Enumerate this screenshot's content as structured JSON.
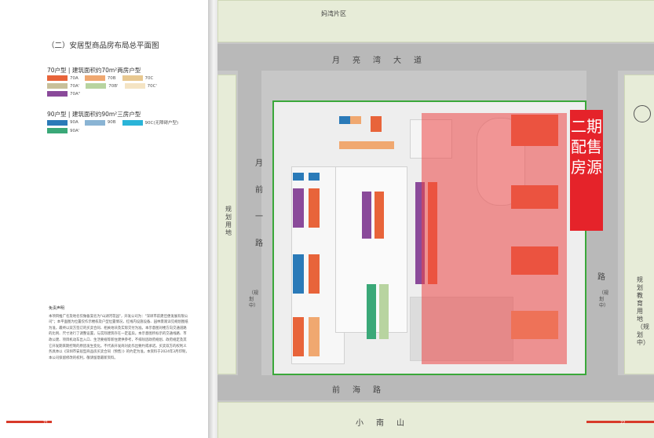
{
  "left_page": {
    "title": "（二）安居型商品房布局总平面图",
    "group70": {
      "header": "70户型 | 建筑面积约70m²两房户型",
      "items": [
        {
          "label": "70A",
          "color": "#e8643a"
        },
        {
          "label": "70B",
          "color": "#f0a870"
        },
        {
          "label": "70C",
          "color": "#e8c890"
        },
        {
          "label": "70A'",
          "color": "#c8c09a"
        },
        {
          "label": "70B'",
          "color": "#b8d4a0"
        },
        {
          "label": "70C'",
          "color": "#f4e4c4"
        },
        {
          "label": "70A\"",
          "color": "#8a4a9a"
        }
      ]
    },
    "group90": {
      "header": "90户型 | 建筑面积约90m²三房户型",
      "items": [
        {
          "label": "90A",
          "color": "#2a7ab8"
        },
        {
          "label": "90B",
          "color": "#8ab4d4"
        },
        {
          "label": "90C(无障碍户型)",
          "color": "#2ab4d8"
        },
        {
          "label": "90A'",
          "color": "#3aa878"
        }
      ]
    },
    "disclaimer": {
      "title": "免责声明",
      "body": "本项目推广名及地名仅做备案名为\"山湖河花园\"，开发公司为：\"深圳市前建佳便发展有限公司\"；本平面图为位置仅作示楼栋及户型位置情况，红线内设施设备、园林景观详见规划图纸为准，最终以双方签订的买卖合同、相关地块及实际交付为准。本示意图对楼方向交通道路的比例、尺寸进行了调整设置，与实际建筑存在一定差异。本示意图所标示的交通线路、市政公建、项目机动车出入口、生活要规等新住建供参考，不排除因政府规划、政府规定及其它开发期来期控制的原因发生变化。不代表开发商对此作出要约或承诺。买卖双方的权利义务具体以《深圳市安居型商品房买卖合同（预售）》的约定为准。本资料于2024年3月印制，本公司保留修改的权利，敬请留意最新资料。"
    },
    "page_number": "21"
  },
  "map": {
    "roads": {
      "top_area": "妈湾片区",
      "north_road": "月亮湾大道",
      "west_road": "月前一路",
      "west_road_note": "（规划中）",
      "west_land": "规划用地",
      "east_road": "路",
      "east_road_note": "（规划中）",
      "east_land": "规划教育用地（规划中）",
      "south_road": "前海路",
      "bottom_area": "小南山"
    },
    "phase_label": "二期配售房源",
    "page_number": "22",
    "colors": {
      "highlight": "#e5232a",
      "sale_zone": "rgba(236,70,70,0.55)",
      "site_border": "#3aa83a"
    }
  }
}
